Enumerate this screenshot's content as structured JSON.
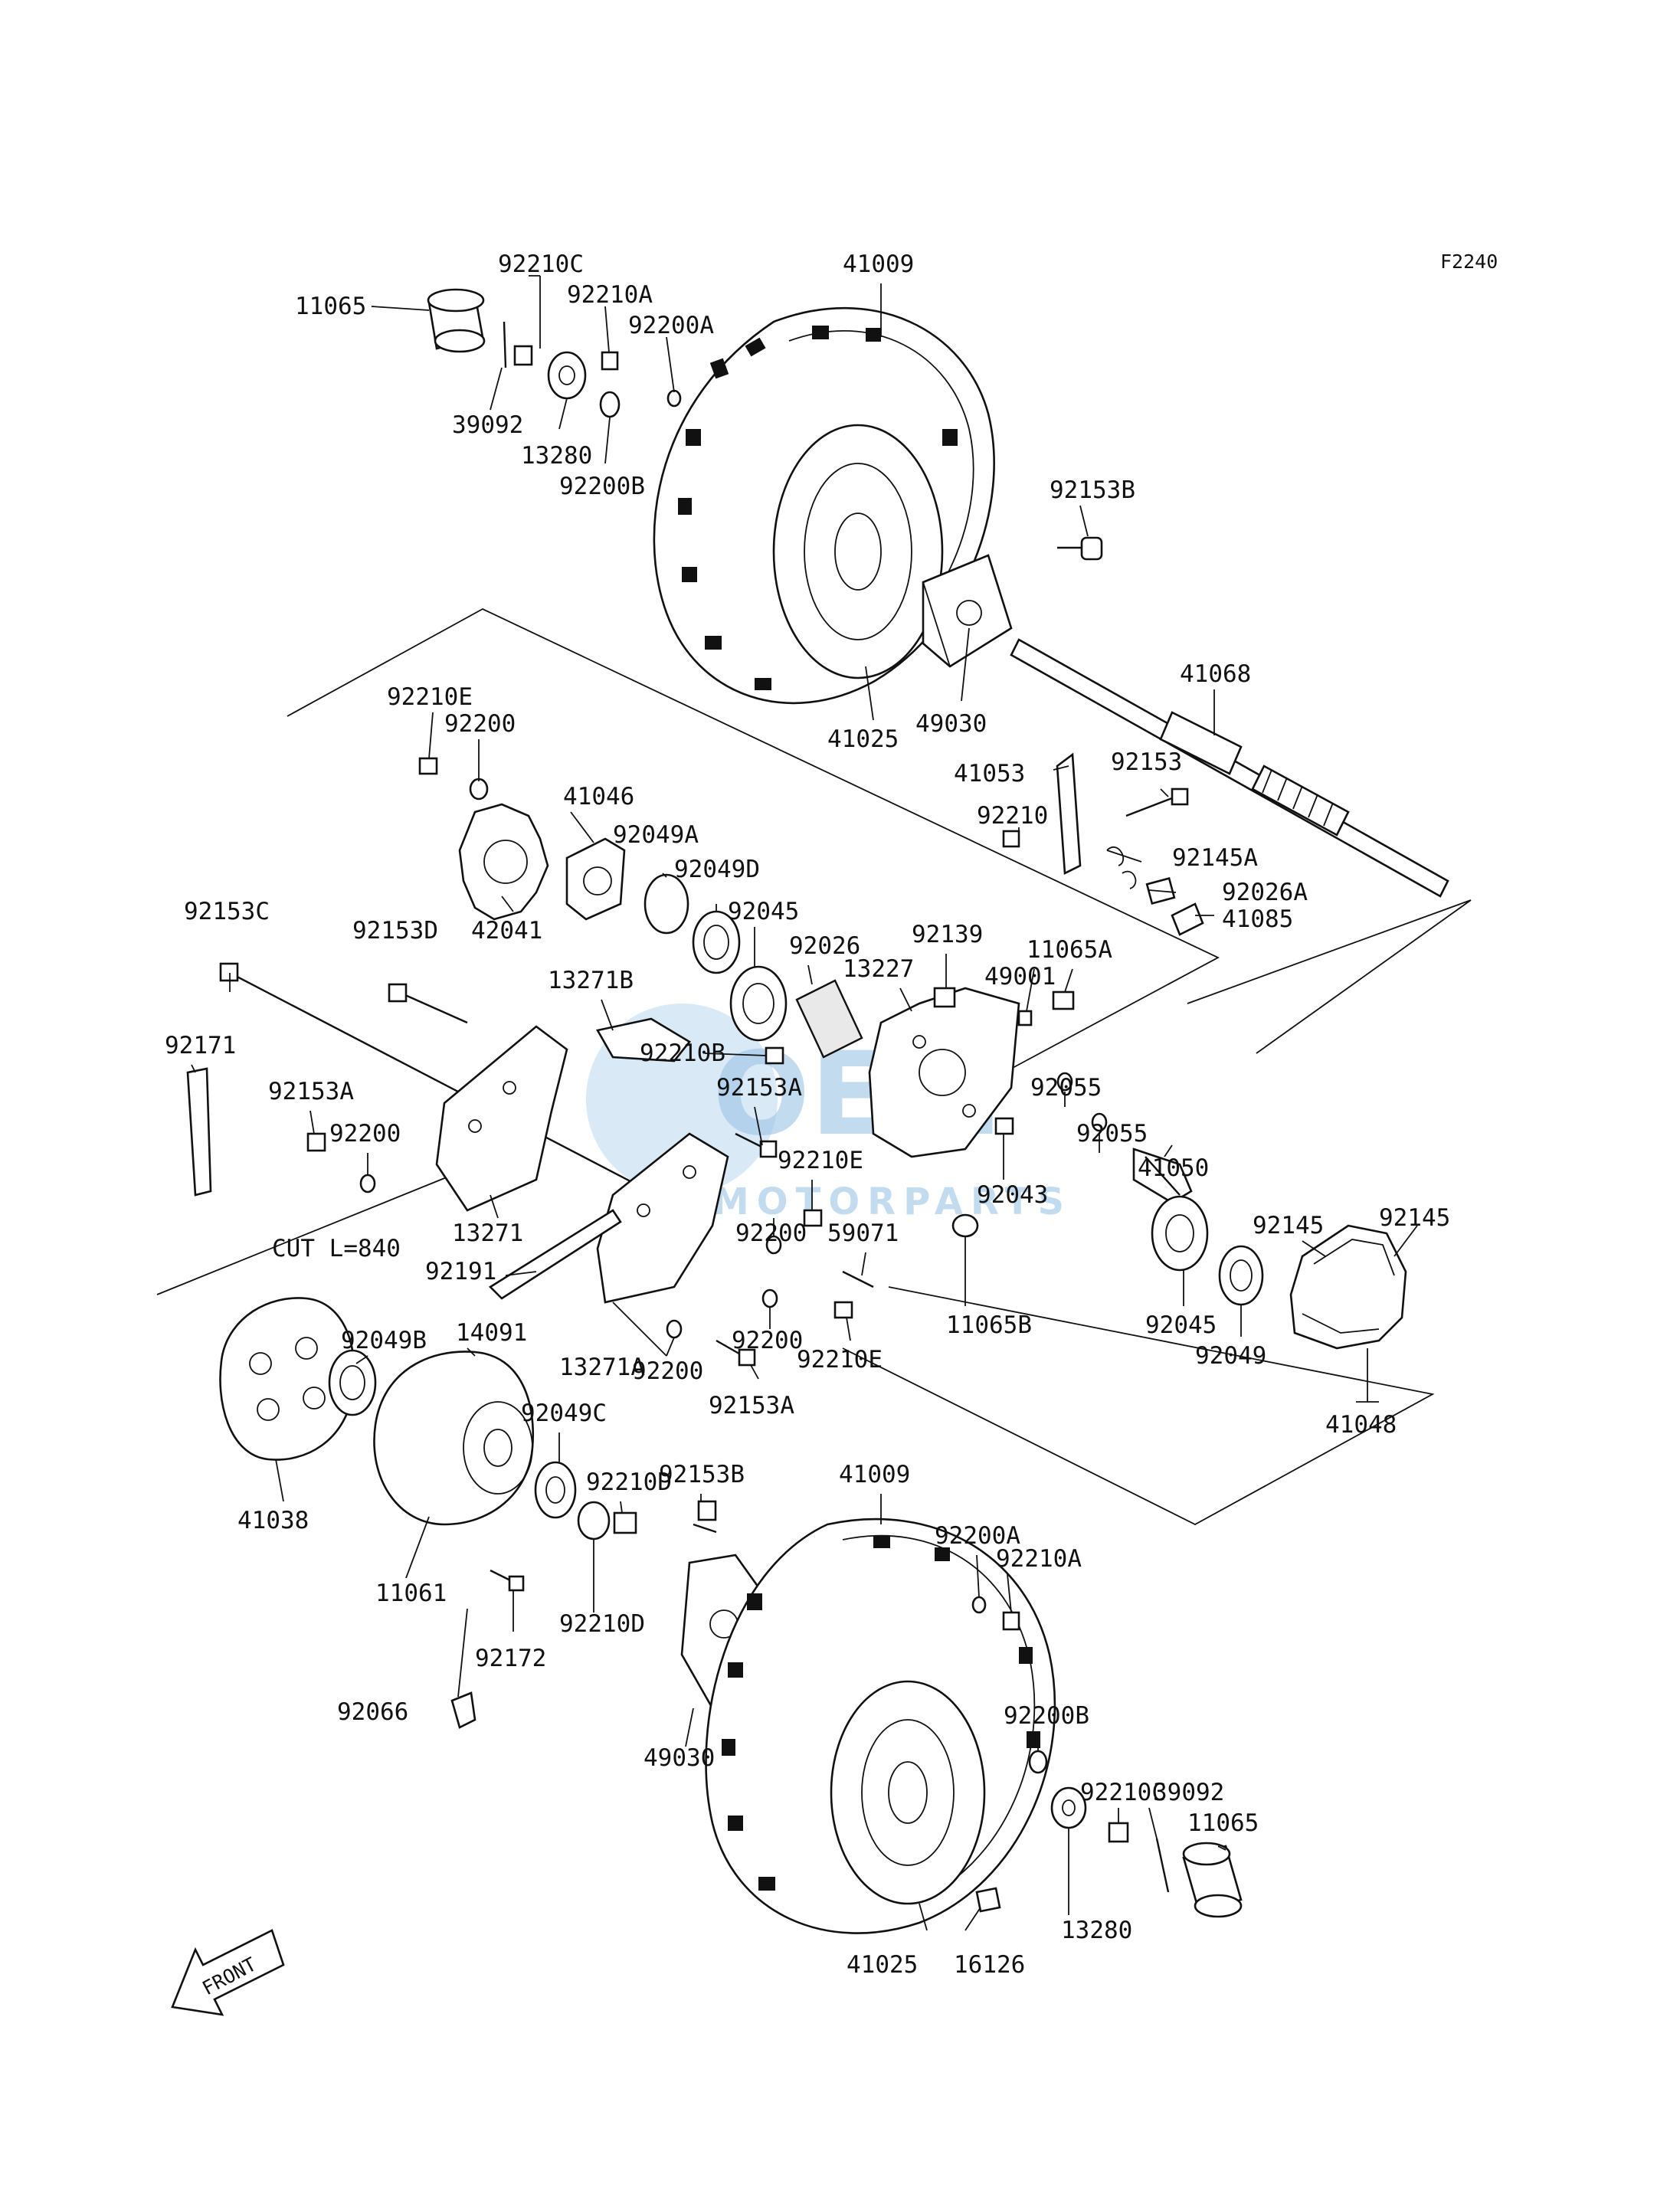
{
  "diagram_code": "F2240",
  "watermark": {
    "brand": "OEM",
    "sub": "MOTORPARTS"
  },
  "front_arrow": "FRONT",
  "note": "CUT L=840",
  "labels": {
    "l_11065_top": "11065",
    "l_92210c_top": "92210C",
    "l_92210a_top": "92210A",
    "l_92200a_top": "92200A",
    "l_39092_top": "39092",
    "l_13280_top": "13280",
    "l_92200b_top": "92200B",
    "l_41009_top": "41009",
    "l_92153b_top": "92153B",
    "l_41025_top": "41025",
    "l_49030_top": "49030",
    "l_41068": "41068",
    "l_92210e_top": "92210E",
    "l_92200_a": "92200",
    "l_41046": "41046",
    "l_42041": "42041",
    "l_92049a": "92049A",
    "l_92049d": "92049D",
    "l_92045_mid": "92045",
    "l_92026": "92026",
    "l_41053": "41053",
    "l_92153": "92153",
    "l_92210": "92210",
    "l_92145a": "92145A",
    "l_92026a": "92026A",
    "l_41085": "41085",
    "l_92153c": "92153C",
    "l_92153d": "92153D",
    "l_92139": "92139",
    "l_13227": "13227",
    "l_11065a": "11065A",
    "l_49001": "49001",
    "l_13271b": "13271B",
    "l_92210b": "92210B",
    "l_92171": "92171",
    "l_92153a_left": "92153A",
    "l_92200_b": "92200",
    "l_92153a_mid": "92153A",
    "l_92055_a": "92055",
    "l_92055_b": "92055",
    "l_41050": "41050",
    "l_92210e_mid": "92210E",
    "l_92043": "92043",
    "l_13271": "13271",
    "l_92200_c": "92200",
    "l_59071": "59071",
    "l_92145_a": "92145",
    "l_92145_b": "92145",
    "l_92191": "92191",
    "l_92045_right": "92045",
    "l_92049": "92049",
    "l_11065b": "11065B",
    "l_92200_d": "92200",
    "l_92210e_low": "92210E",
    "l_13271a": "13271A",
    "l_92200_e": "92200",
    "l_92049b": "92049B",
    "l_14091": "14091",
    "l_92153a_low": "92153A",
    "l_41048": "41048",
    "l_41038": "41038",
    "l_92049c": "92049C",
    "l_92153b_low": "92153B",
    "l_41009_low": "41009",
    "l_92200a_low": "92200A",
    "l_92210a_low": "92210A",
    "l_92210d_a": "92210D",
    "l_11061": "11061",
    "l_92210d_b": "92210D",
    "l_92172": "92172",
    "l_92066": "92066",
    "l_49030_low": "49030",
    "l_92200b_low": "92200B",
    "l_92210c_low": "92210C",
    "l_39092_low": "39092",
    "l_11065_low": "11065",
    "l_13280_low": "13280",
    "l_41025_low": "41025",
    "l_16126": "16126"
  }
}
